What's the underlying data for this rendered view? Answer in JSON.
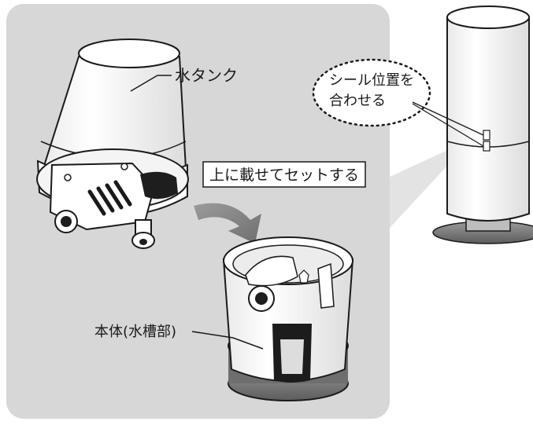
{
  "labels": {
    "water_tank": "水タンク",
    "place_on_top": "上に載せてセットする",
    "align_seal_line1": "シール位置を",
    "align_seal_line2": "合わせる",
    "main_body": "本体(水槽部)"
  },
  "colors": {
    "panel": "#d7d7d7",
    "outline": "#1a1a1a",
    "arrow": "#8a8a8a",
    "device_white": "#ffffff"
  }
}
